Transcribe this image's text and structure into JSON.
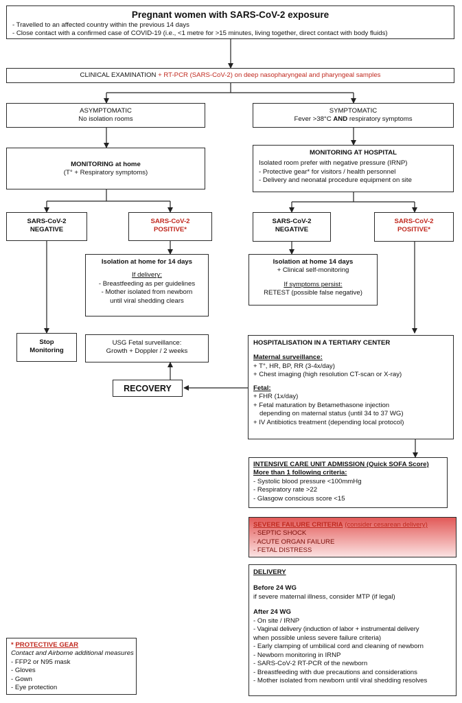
{
  "title": {
    "heading": "Pregnant women with SARS-CoV-2 exposure",
    "criteria": [
      "- Travelled to an affected country within the previous 14 days",
      "- Close contact with a confirmed case of COVID-19 (i.e., <1 metre for >15 minutes, living together, direct contact with body fluids)"
    ]
  },
  "exam": {
    "label": "CLINICAL EXAMINATION",
    "plus": "+",
    "test": "RT-PCR (SARS-CoV-2) on deep nasopharyngeal and pharyngeal samples"
  },
  "asymptomatic": {
    "label": "ASYMPTOMATIC",
    "sub": "No isolation rooms"
  },
  "symptomatic": {
    "label": "SYMPTOMATIC",
    "sub_prefix": "Fever >38°C",
    "sub_and": "AND",
    "sub_suffix": "respiratory symptoms"
  },
  "home_monitoring": {
    "title": "MONITORING at home",
    "sub": "(T° + Respiratory symptoms)"
  },
  "hospital_monitoring": {
    "title": "MONITORING AT HOSPITAL",
    "lines": [
      "Isolated room prefer with negative pressure (IRNP)",
      "- Protective gear* for visitors / health personnel",
      "- Delivery and neonatal procedure equipment on site"
    ]
  },
  "neg_left": {
    "line1": "SARS-CoV-2",
    "line2": "NEGATIVE"
  },
  "pos_left": {
    "line1": "SARS-CoV-2",
    "line2": "POSITIVE*"
  },
  "neg_right": {
    "line1": "SARS-CoV-2",
    "line2": "NEGATIVE"
  },
  "pos_right": {
    "line1": "SARS-CoV-2",
    "line2": "POSITIVE*"
  },
  "isolation_left": {
    "title": "Isolation at home for 14 days",
    "delivery": "If delivery:",
    "lines": [
      "- Breastfeeding as per guidelines",
      "- Mother isolated from newborn",
      "until viral shedding clears"
    ]
  },
  "isolation_right": {
    "title": "Isolation at home 14 days",
    "line": "+ Clinical self-monitoring",
    "persist": "If symptoms persist:",
    "retest": "RETEST (possible false negative)"
  },
  "stop": {
    "line1": "Stop",
    "line2": "Monitoring"
  },
  "usg": {
    "line1": "USG Fetal surveillance:",
    "line2": "Growth + Doppler / 2 weeks"
  },
  "recovery": "RECOVERY",
  "hospitalisation": {
    "title": "HOSPITALISATION IN A TERTIARY CENTER",
    "maternal_title": "Maternal surveillance:",
    "maternal": [
      "+ T°, HR, BP, RR (3-4x/day)",
      "+ Chest imaging (high resolution CT-scan or X-ray)"
    ],
    "fetal_title": "Fetal:",
    "fetal": [
      "+ FHR (1x/day)",
      "+ Fetal maturation by Betamethasone injection",
      "depending on maternal status (until 34 to 37 WG)",
      "+ IV Antibiotics treatment (depending local protocol)"
    ]
  },
  "icu": {
    "title": "INTENSIVE CARE UNIT ADMISSION (Quick SOFA Score)",
    "subtitle": "More than 1 following criteria:",
    "lines": [
      "- Systolic blood pressure <100mmHg",
      "- Respiratory rate >22",
      "- Glasgow conscious score <15"
    ]
  },
  "severe": {
    "title": "SEVERE FAILURE CRITERIA",
    "note": "(consider cesarean delivery)",
    "lines": [
      "- SEPTIC SHOCK",
      "- ACUTE ORGAN FAILURE",
      "- FETAL DISTRESS"
    ]
  },
  "delivery": {
    "title": "DELIVERY",
    "before_title": "Before 24 WG",
    "before": "if severe maternal illness, consider MTP (if legal)",
    "after_title": "After 24 WG",
    "after": [
      "- On site / IRNP",
      "- Vaginal delivery (induction of labor + instrumental delivery",
      "when possible unless severe failure criteria)",
      "- Early clamping of umbilical cord and cleaning of newborn",
      "- Newborn monitoring in IRNP",
      "- SARS-CoV-2 RT-PCR of the newborn",
      "- Breastfeeding with due precautions and considerations",
      "- Mother isolated from newborn until viral shedding resolves"
    ]
  },
  "protective": {
    "star": "*",
    "title": "PROTECTIVE GEAR",
    "subtitle": "Contact and Airborne additional measures",
    "lines": [
      "- FFP2 or N95 mask",
      "- Gloves",
      "- Gown",
      "- Eye protection"
    ]
  },
  "colors": {
    "accent_red": "#c0281e",
    "severe_bg_top": "#e25a58",
    "severe_bg_bottom": "#fbe2e2"
  }
}
